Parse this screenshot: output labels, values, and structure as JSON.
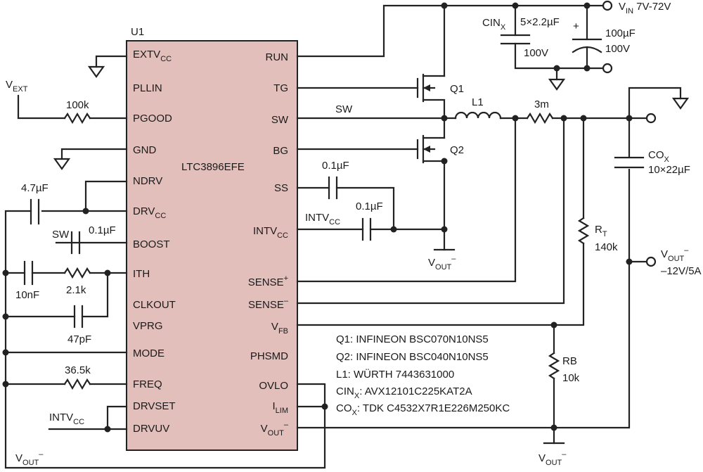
{
  "ic": {
    "ref": "U1",
    "part": "LTC3896EFE",
    "fill": "#e3bfbb",
    "left_pins": [
      "EXTV",
      "PLLIN",
      "PGOOD",
      "GND",
      "NDRV",
      "DRV",
      "BOOST",
      "ITH",
      "CLKOUT",
      "VPRG",
      "MODE",
      "FREQ",
      "DRVSET",
      "DRVUV"
    ],
    "left_subs": {
      "EXTV": "CC",
      "DRV": "CC"
    },
    "right_pins": [
      "RUN",
      "TG",
      "SW",
      "BG",
      "SS",
      "INTV",
      "SENSE",
      "SENSE",
      "V",
      "PHSMD",
      "OVLO",
      "I",
      "V"
    ],
    "right_subs": {
      "INTV": "CC",
      "V_FB": "FB",
      "I": "LIM"
    }
  },
  "labels": {
    "vext": "V",
    "vext_sub": "EXT",
    "r_pgood": "100k",
    "c_drv": "4.7µF",
    "sw_boost": "SW",
    "c_boost": "0.1µF",
    "c_ith": "10nF",
    "r_ith": "2.1k",
    "c_ith2": "47pF",
    "r_freq": "36.5k",
    "intvcc_bottom": "INTV",
    "intvcc_bottom_sub": "CC",
    "vout_bottom_left": "V",
    "vout_bottom_left_sub": "OUT",
    "vout_bottom_left_sup": "–",
    "c_ss": "0.1µF",
    "intvcc_mid": "INTV",
    "intvcc_mid_sub": "CC",
    "c_intvcc": "0.1µF",
    "vout_mid": "V",
    "vout_mid_sub": "OUT",
    "vout_mid_sup": "–",
    "sw_node": "SW",
    "q1": "Q1",
    "q2": "Q2",
    "l1": "L1",
    "rsense": "3m",
    "vin": "V",
    "vin_sub": "IN",
    "vin_range": " 7V-72V",
    "cin": "CIN",
    "cin_sub": "X",
    "cin_value": "5×2.2µF",
    "cin_rating": "100V",
    "cbulk_value": "100µF",
    "cbulk_rating": "100V",
    "plus": "+",
    "cox": "CO",
    "cox_sub": "X",
    "cox_value": "10×22µF",
    "rt": "R",
    "rt_sub": "T",
    "rt_value": "140k",
    "vout_out": "V",
    "vout_out_sub": "OUT",
    "vout_out_sup": "–",
    "vout_out_spec": "–12V/5A",
    "rb": "RB",
    "rb_value": "10k",
    "vout_bottom_right": "V",
    "vout_bottom_right_sub": "OUT",
    "vout_bottom_right_sup": "–",
    "sense_plus_sup": "+",
    "sense_minus_sup": "–",
    "vout_pin_sub": "OUT",
    "vout_pin_sup": "–",
    "vfb_sub": "FB"
  },
  "bom": [
    "Q1: INFINEON BSC070N10NS5",
    "Q2: INFINEON BSC040N10NS5",
    "L1: WÜRTH 7443631000",
    "CIN",
    "CO"
  ],
  "bom_cin": {
    "prefix": "CIN",
    "sub": "X",
    "text": ": AVX12101C225KAT2A"
  },
  "bom_cox": {
    "prefix": "CO",
    "sub": "X",
    "text": ": TDK C4532X7R1E226M250KC"
  }
}
